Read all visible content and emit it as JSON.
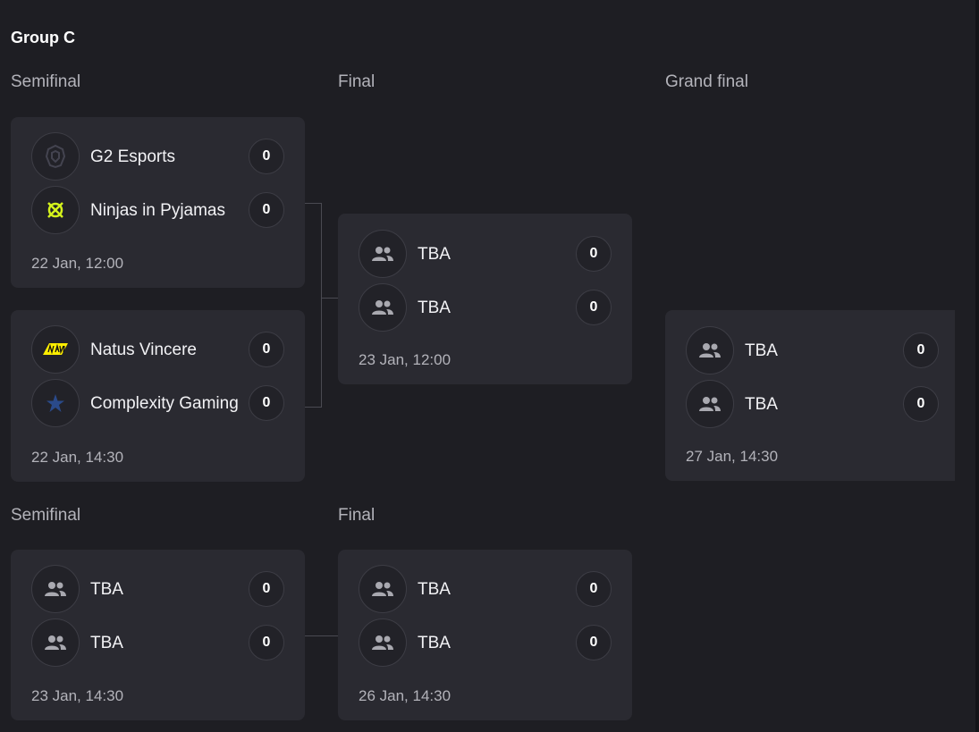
{
  "group_title": "Group C",
  "column_labels": {
    "semifinal_top": "Semifinal",
    "final_top": "Final",
    "grand_final": "Grand final",
    "semifinal_bottom": "Semifinal",
    "final_bottom": "Final"
  },
  "matches": {
    "semi1": {
      "team1": {
        "name": "G2 Esports",
        "score": "0",
        "logo": "g2-esports-logo"
      },
      "team2": {
        "name": "Ninjas in Pyjamas",
        "score": "0",
        "logo": "ninjas-in-pyjamas-logo"
      },
      "date": "22 Jan, 12:00"
    },
    "semi2": {
      "team1": {
        "name": "Natus Vincere",
        "score": "0",
        "logo": "natus-vincere-logo"
      },
      "team2": {
        "name": "Complexity Gaming",
        "score": "0",
        "logo": "complexity-gaming-logo"
      },
      "date": "22 Jan, 14:30"
    },
    "final1": {
      "team1": {
        "name": "TBA",
        "score": "0",
        "logo": "users-icon"
      },
      "team2": {
        "name": "TBA",
        "score": "0",
        "logo": "users-icon"
      },
      "date": "23 Jan, 12:00"
    },
    "grand": {
      "team1": {
        "name": "TBA",
        "score": "0",
        "logo": "users-icon"
      },
      "team2": {
        "name": "TBA",
        "score": "0",
        "logo": "users-icon"
      },
      "date": "27 Jan, 14:30"
    },
    "semi3": {
      "team1": {
        "name": "TBA",
        "score": "0",
        "logo": "users-icon"
      },
      "team2": {
        "name": "TBA",
        "score": "0",
        "logo": "users-icon"
      },
      "date": "23 Jan, 14:30"
    },
    "final2": {
      "team1": {
        "name": "TBA",
        "score": "0",
        "logo": "users-icon"
      },
      "team2": {
        "name": "TBA",
        "score": "0",
        "logo": "users-icon"
      },
      "date": "26 Jan, 14:30"
    }
  },
  "colors": {
    "background": "#1e1e23",
    "card": "#2a2a31",
    "muted_text": "#b3b3ba",
    "navi_yellow": "#ffee00",
    "nip_yellow": "#d4f21c",
    "complexity_blue": "#2a4a8a"
  }
}
